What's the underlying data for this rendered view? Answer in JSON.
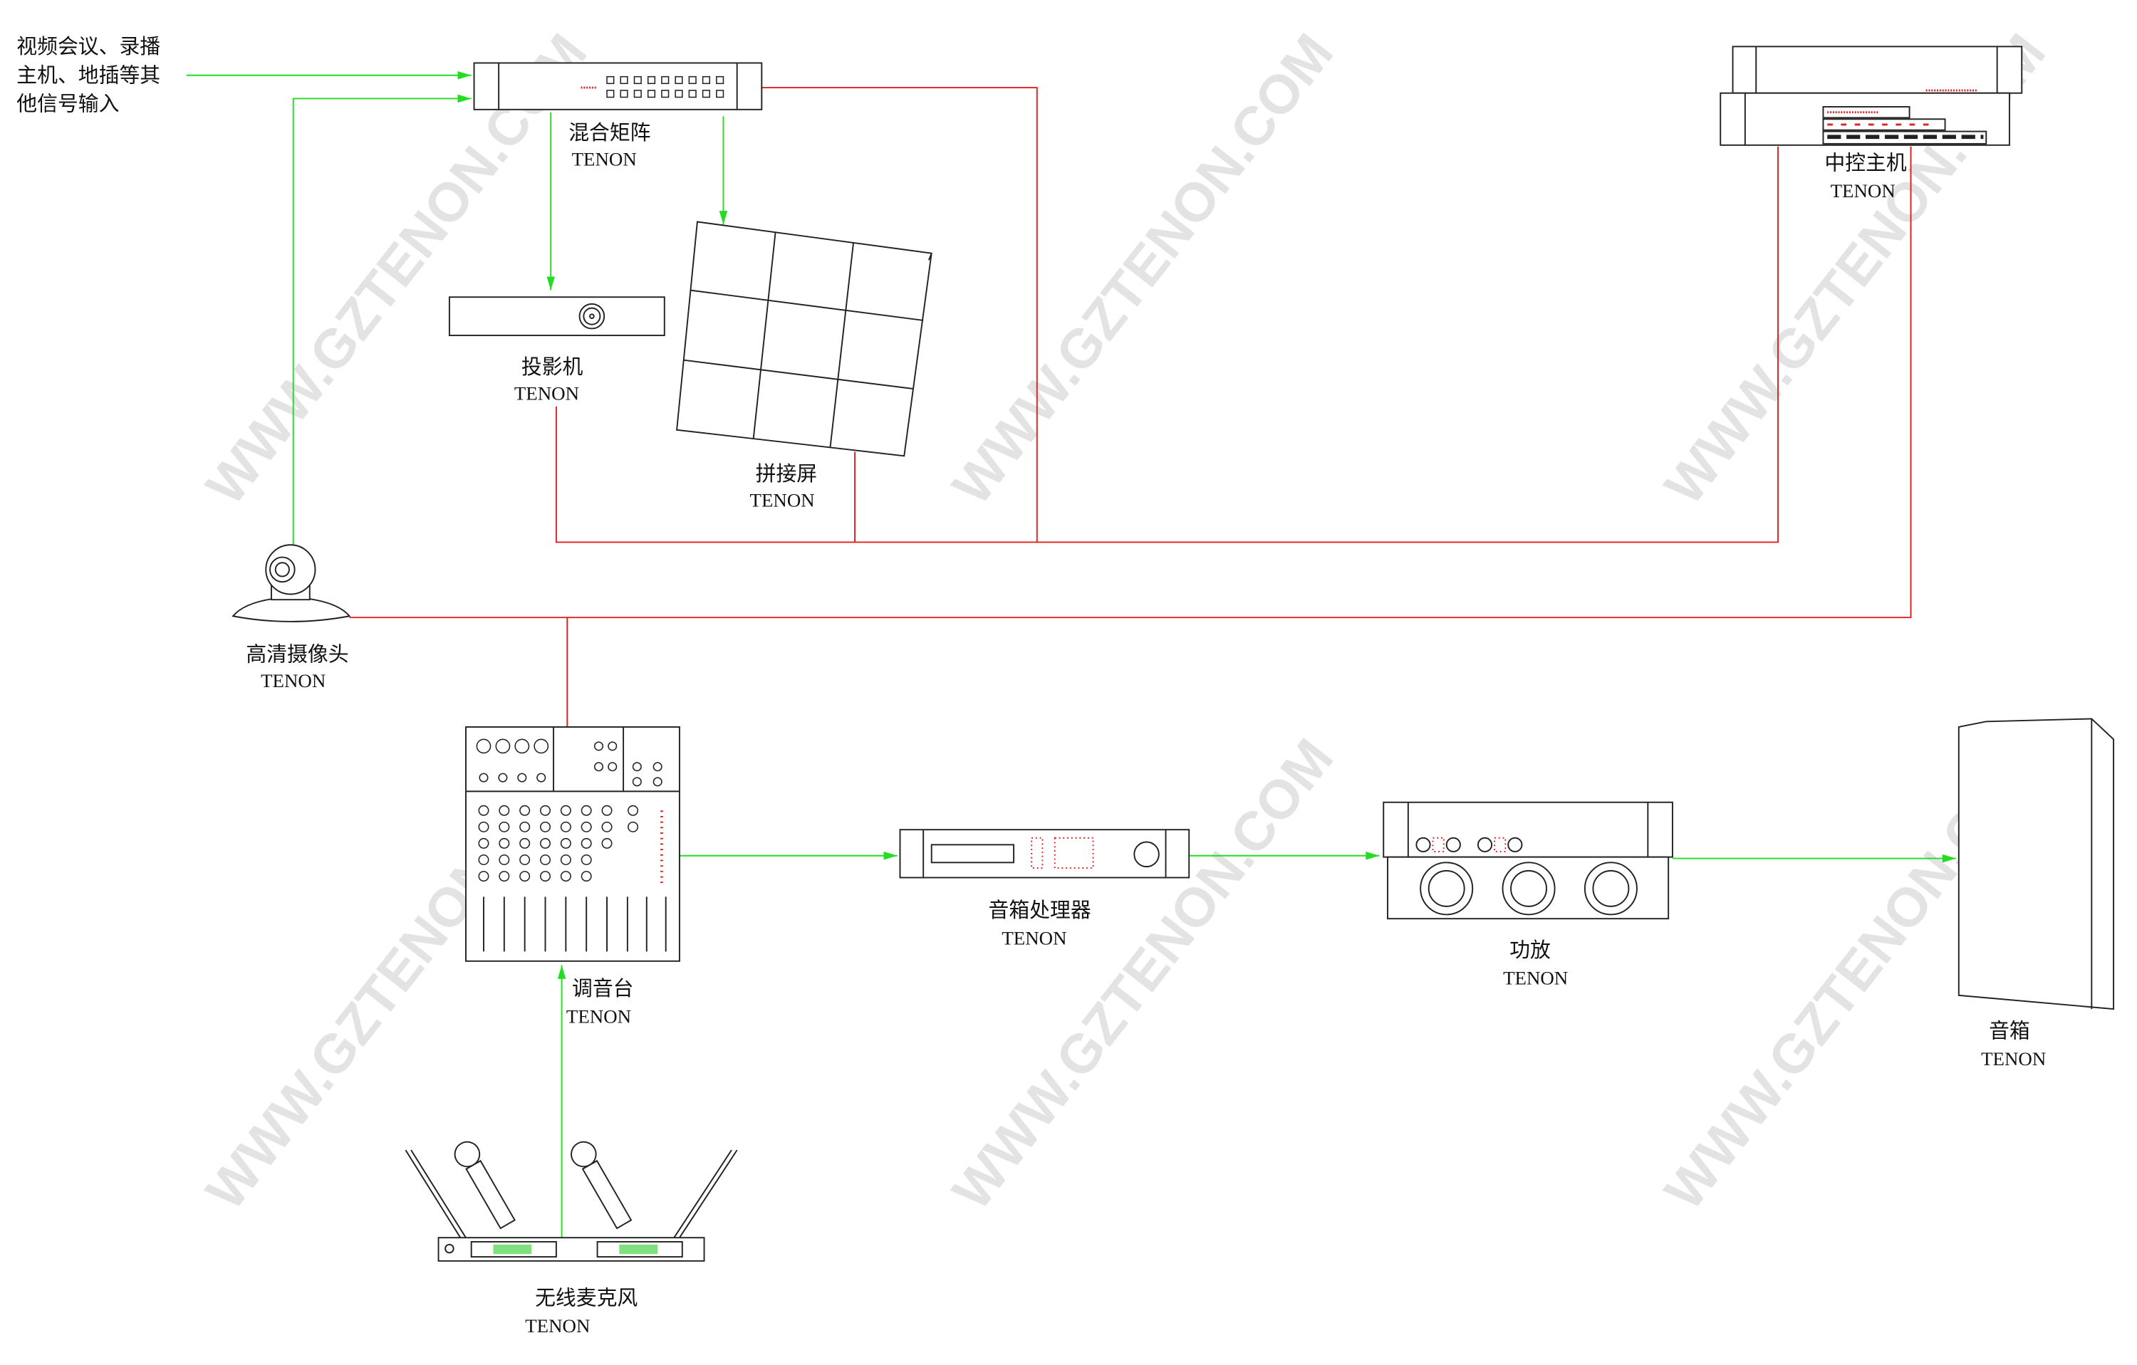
{
  "watermark": "WWW.GZTENON.COM",
  "input_note": [
    "视频会议、录播",
    "主机、地插等其",
    "他信号输入"
  ],
  "devices": {
    "matrix": {
      "name": "混合矩阵",
      "brand": "TENON"
    },
    "projector": {
      "name": "投影机",
      "brand": "TENON"
    },
    "video_wall": {
      "name": "拼接屏",
      "brand": "TENON"
    },
    "controller": {
      "name": "中控主机",
      "brand": "TENON"
    },
    "camera": {
      "name": "高清摄像头",
      "brand": "TENON"
    },
    "mixer": {
      "name": "调音台",
      "brand": "TENON"
    },
    "processor": {
      "name": "音箱处理器",
      "brand": "TENON"
    },
    "amplifier": {
      "name": "功放",
      "brand": "TENON"
    },
    "speaker": {
      "name": "音箱",
      "brand": "TENON"
    },
    "wireless_mic": {
      "name": "无线麦克风",
      "brand": "TENON"
    }
  },
  "colors": {
    "video_signal": "#22dd22",
    "control_signal": "#e02020"
  }
}
